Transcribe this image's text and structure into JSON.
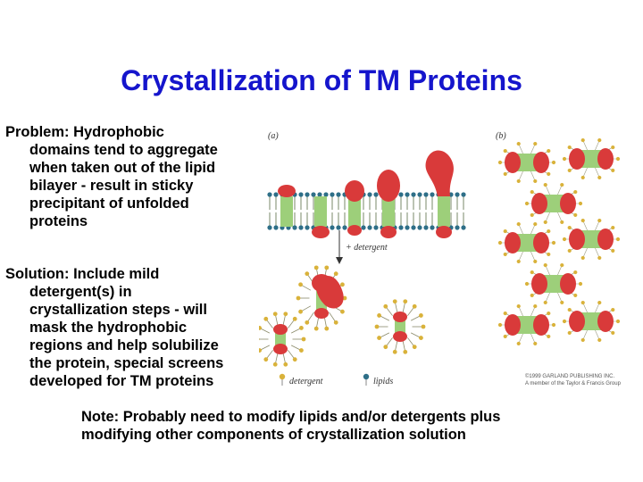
{
  "title": "Crystallization of TM Proteins",
  "problem": {
    "first_line": "Problem:  Hydrophobic",
    "rest": [
      "domains tend to aggregate",
      "when taken out of the lipid",
      "bilayer - result in sticky",
      "precipitant of unfolded",
      "proteins"
    ]
  },
  "solution": {
    "first_line": "Solution:  Include mild",
    "rest": [
      "detergent(s) in",
      "crystallization steps - will",
      "mask the hydrophobic",
      "regions and help solubilize",
      "the protein, special screens",
      "developed for TM proteins"
    ]
  },
  "note": {
    "lines": [
      "Note:  Probably need to modify lipids and/or detergents plus",
      "modifying other components of crystallization solution"
    ]
  },
  "figure": {
    "panel_a": "(a)",
    "panel_b": "(b)",
    "arrow_label": "+ detergent",
    "legend_detergent": "detergent",
    "legend_lipids": "lipids",
    "copyright_line1": "©1999 GARLAND PUBLISHING INC.",
    "copyright_line2": "A member of the Taylor & Francis Group",
    "colors": {
      "hydrophobic": "#9dcf7a",
      "hydrophilic": "#d93a3a",
      "lipid_head": "#2e6f88",
      "detergent_head": "#d9b23a"
    }
  }
}
